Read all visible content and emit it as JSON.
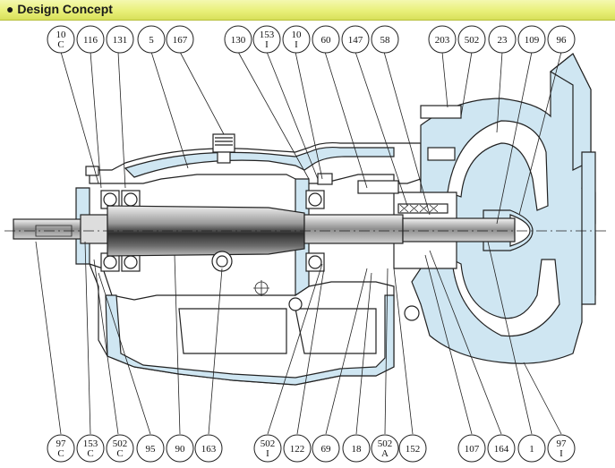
{
  "header": {
    "bullet": "●",
    "title": "Design Concept"
  },
  "colors": {
    "header_bg": "#e9f07a",
    "casing_fill": "#cfe6f2",
    "outline": "#222222",
    "shaft_dark": "#2b2b2b",
    "shaft_light": "#d9d9d9"
  },
  "top_callouts": [
    {
      "id": "top-10c",
      "l1": "10",
      "l2": "C"
    },
    {
      "id": "top-116",
      "l1": "116",
      "l2": ""
    },
    {
      "id": "top-131",
      "l1": "131",
      "l2": ""
    },
    {
      "id": "top-5",
      "l1": "5",
      "l2": ""
    },
    {
      "id": "top-167",
      "l1": "167",
      "l2": ""
    },
    {
      "id": "top-130",
      "l1": "130",
      "l2": ""
    },
    {
      "id": "top-153i",
      "l1": "153",
      "l2": "I"
    },
    {
      "id": "top-10i",
      "l1": "10",
      "l2": "I"
    },
    {
      "id": "top-60",
      "l1": "60",
      "l2": ""
    },
    {
      "id": "top-147",
      "l1": "147",
      "l2": ""
    },
    {
      "id": "top-58",
      "l1": "58",
      "l2": ""
    },
    {
      "id": "top-203",
      "l1": "203",
      "l2": ""
    },
    {
      "id": "top-502",
      "l1": "502",
      "l2": ""
    },
    {
      "id": "top-23",
      "l1": "23",
      "l2": ""
    },
    {
      "id": "top-109",
      "l1": "109",
      "l2": ""
    },
    {
      "id": "top-96",
      "l1": "96",
      "l2": ""
    }
  ],
  "bottom_callouts": [
    {
      "id": "bot-97c",
      "l1": "97",
      "l2": "C"
    },
    {
      "id": "bot-153c",
      "l1": "153",
      "l2": "C"
    },
    {
      "id": "bot-502c",
      "l1": "502",
      "l2": "C"
    },
    {
      "id": "bot-95",
      "l1": "95",
      "l2": ""
    },
    {
      "id": "bot-90",
      "l1": "90",
      "l2": ""
    },
    {
      "id": "bot-163",
      "l1": "163",
      "l2": ""
    },
    {
      "id": "bot-502i",
      "l1": "502",
      "l2": "I"
    },
    {
      "id": "bot-122",
      "l1": "122",
      "l2": ""
    },
    {
      "id": "bot-69",
      "l1": "69",
      "l2": ""
    },
    {
      "id": "bot-18",
      "l1": "18",
      "l2": ""
    },
    {
      "id": "bot-502a",
      "l1": "502",
      "l2": "A"
    },
    {
      "id": "bot-152",
      "l1": "152",
      "l2": ""
    },
    {
      "id": "bot-107",
      "l1": "107",
      "l2": ""
    },
    {
      "id": "bot-164",
      "l1": "164",
      "l2": ""
    },
    {
      "id": "bot-1",
      "l1": "1",
      "l2": ""
    },
    {
      "id": "bot-97i",
      "l1": "97",
      "l2": "I"
    }
  ]
}
